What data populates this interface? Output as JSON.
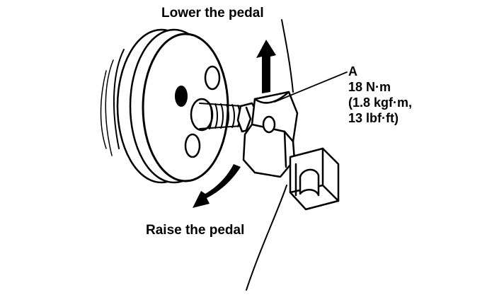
{
  "labels": {
    "lower": "Lower the pedal",
    "raise": "Raise the pedal"
  },
  "callout": {
    "letter": "A",
    "torque_nm": "18 N·m",
    "torque_kgfm": "(1.8 kgf·m,",
    "torque_lbfft": "13 lbf·ft)"
  },
  "colors": {
    "ink": "#000000",
    "paper": "#ffffff"
  }
}
